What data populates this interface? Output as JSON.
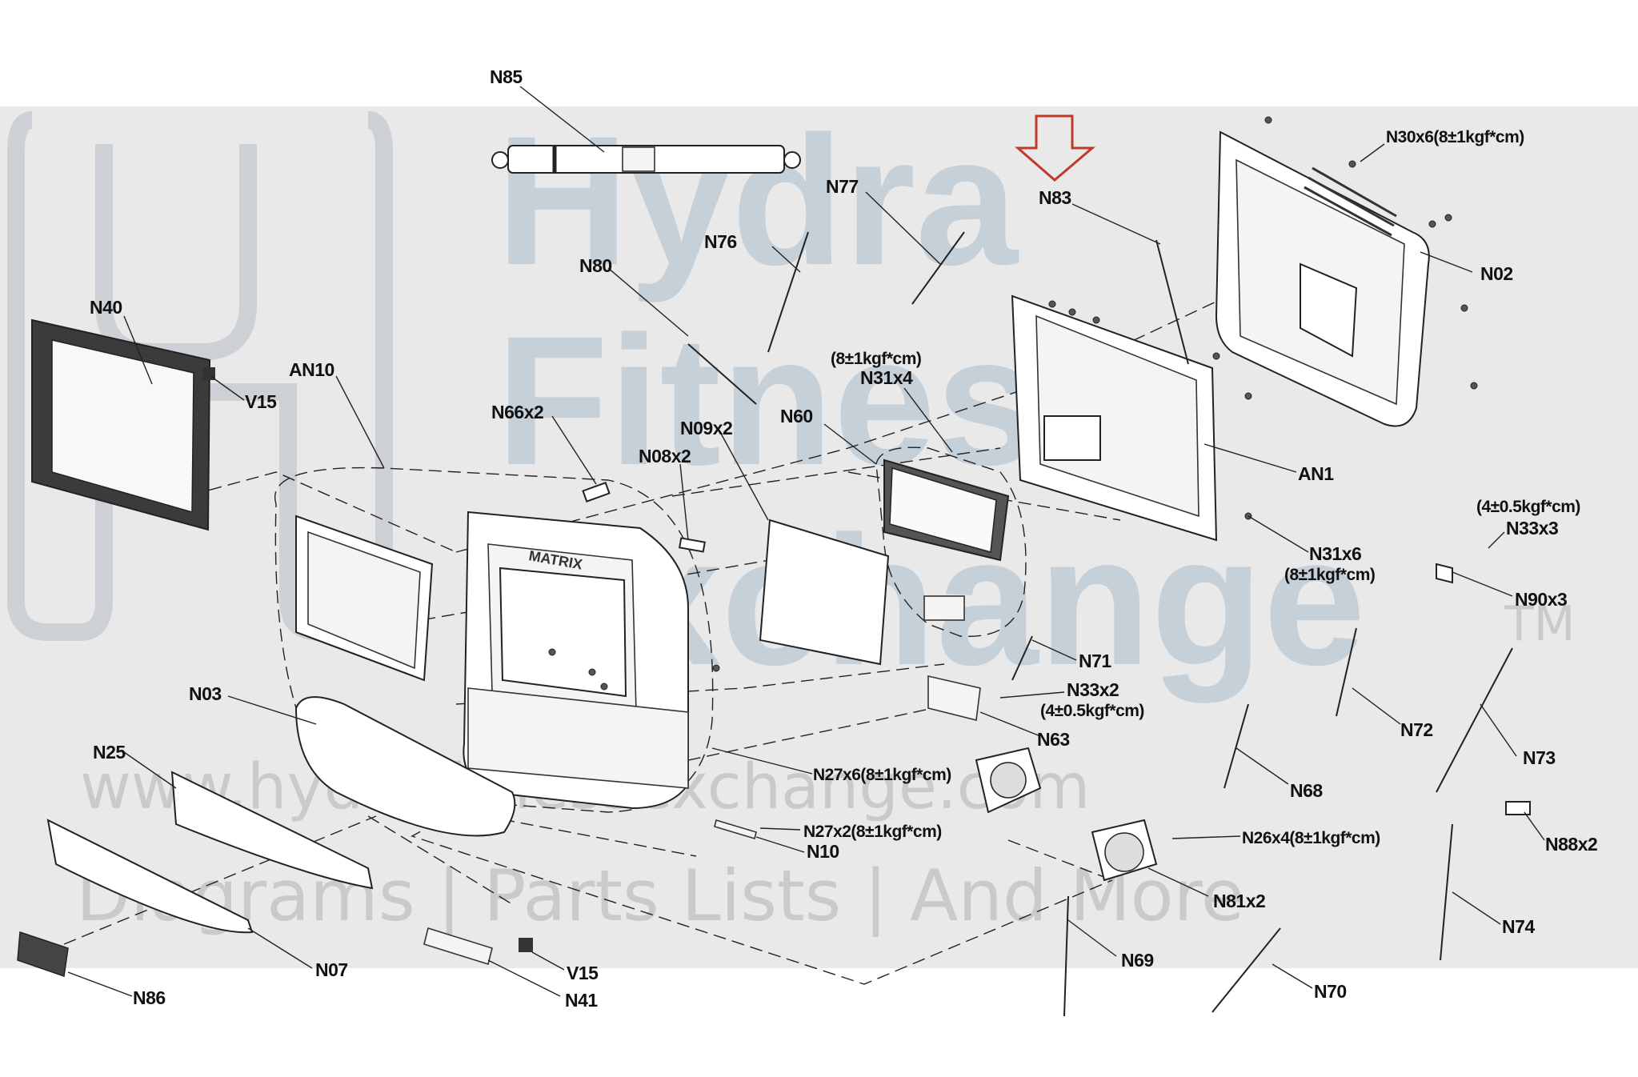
{
  "watermark": {
    "line1": "Hydra",
    "line2": "Fitness",
    "line3": "Exchange",
    "tm": "TM",
    "url": "www.hydrafitnessexchange.com",
    "tagline": "Diagrams | Parts Lists | And More"
  },
  "labels": {
    "N85": "N85",
    "N77": "N77",
    "N83": "N83",
    "N30": "N30x6(8±1kgf*cm)",
    "N76": "N76",
    "N80": "N80",
    "N02": "N02",
    "N40": "N40",
    "V15a": "V15",
    "AN10": "AN10",
    "N31x4_torque": "(8±1kgf*cm)",
    "N31x4": "N31x4",
    "N66": "N66x2",
    "N09": "N09x2",
    "N60": "N60",
    "N08": "N08x2",
    "AN1": "AN1",
    "N33x3_torque": "(4±0.5kgf*cm)",
    "N33x3": "N33x3",
    "N31x6": "N31x6",
    "N31x6_torque": "(8±1kgf*cm)",
    "N90": "N90x3",
    "N71": "N71",
    "N03": "N03",
    "N33x2": "N33x2",
    "N33x2_torque": "(4±0.5kgf*cm)",
    "N72": "N72",
    "N63": "N63",
    "N73": "N73",
    "N25": "N25",
    "N27x6": "N27x6(8±1kgf*cm)",
    "N68": "N68",
    "N27x2": "N27x2(8±1kgf*cm)",
    "N10": "N10",
    "N26": "N26x4(8±1kgf*cm)",
    "N88": "N88x2",
    "N81": "N81x2",
    "N74": "N74",
    "N07": "N07",
    "N69": "N69",
    "V15b": "V15",
    "N70": "N70",
    "N86": "N86",
    "N41": "N41"
  },
  "parts": {
    "console_logo": "MATRIX"
  },
  "colors": {
    "highlight_arrow": "#c0392b",
    "watermark_band": "#e9e9ea",
    "watermark_text": "#a9bccb"
  }
}
